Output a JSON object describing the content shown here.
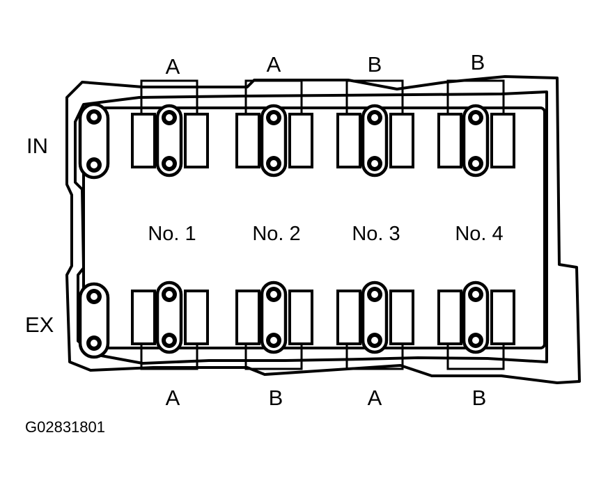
{
  "labels": {
    "intake": "IN",
    "exhaust": "EX",
    "figure_code": "G02831801"
  },
  "cylinders": [
    "No. 1",
    "No. 2",
    "No. 3",
    "No. 4"
  ],
  "intake_marks": [
    "A",
    "A",
    "B",
    "B"
  ],
  "exhaust_marks": [
    "A",
    "B",
    "A",
    "B"
  ]
}
